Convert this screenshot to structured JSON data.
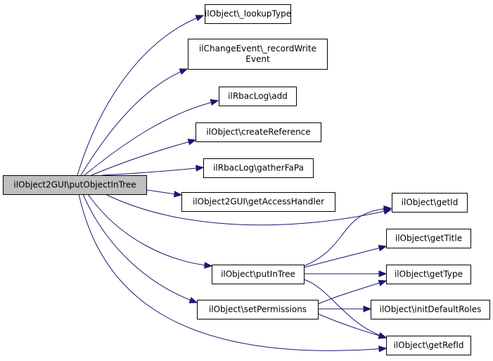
{
  "colors": {
    "edge": "#191970",
    "root_fill": "#bfbfbf",
    "node_fill": "#ffffff",
    "border": "#000000"
  },
  "nodes": {
    "root": {
      "lines": [
        "ilObject2GUI\\putObjectInTree"
      ]
    },
    "lookupType": {
      "lines": [
        "ilObject\\_lookupType"
      ]
    },
    "recordWriteEvent": {
      "lines": [
        "ilChangeEvent\\_recordWrite",
        "Event"
      ]
    },
    "rbacAdd": {
      "lines": [
        "ilRbacLog\\add"
      ]
    },
    "createReference": {
      "lines": [
        "ilObject\\createReference"
      ]
    },
    "gatherFaPa": {
      "lines": [
        "ilRbacLog\\gatherFaPa"
      ]
    },
    "getAccessHandler": {
      "lines": [
        "ilObject2GUI\\getAccessHandler"
      ]
    },
    "getId": {
      "lines": [
        "ilObject\\getId"
      ]
    },
    "getTitle": {
      "lines": [
        "ilObject\\getTitle"
      ]
    },
    "putInTree": {
      "lines": [
        "ilObject\\putInTree"
      ]
    },
    "getType": {
      "lines": [
        "ilObject\\getType"
      ]
    },
    "setPermissions": {
      "lines": [
        "ilObject\\setPermissions"
      ]
    },
    "initDefaultRoles": {
      "lines": [
        "ilObject\\initDefaultRoles"
      ]
    },
    "getRefId": {
      "lines": [
        "ilObject\\getRefId"
      ]
    }
  },
  "edges": [
    {
      "from": "root",
      "to": "lookupType"
    },
    {
      "from": "root",
      "to": "recordWriteEvent"
    },
    {
      "from": "root",
      "to": "rbacAdd"
    },
    {
      "from": "root",
      "to": "createReference"
    },
    {
      "from": "root",
      "to": "gatherFaPa"
    },
    {
      "from": "root",
      "to": "getAccessHandler"
    },
    {
      "from": "root",
      "to": "getId"
    },
    {
      "from": "root",
      "to": "putInTree"
    },
    {
      "from": "root",
      "to": "setPermissions"
    },
    {
      "from": "root",
      "to": "getRefId"
    },
    {
      "from": "putInTree",
      "to": "getId"
    },
    {
      "from": "putInTree",
      "to": "getTitle"
    },
    {
      "from": "putInTree",
      "to": "getType"
    },
    {
      "from": "putInTree",
      "to": "getRefId"
    },
    {
      "from": "setPermissions",
      "to": "getType"
    },
    {
      "from": "setPermissions",
      "to": "initDefaultRoles"
    },
    {
      "from": "setPermissions",
      "to": "getRefId"
    }
  ]
}
